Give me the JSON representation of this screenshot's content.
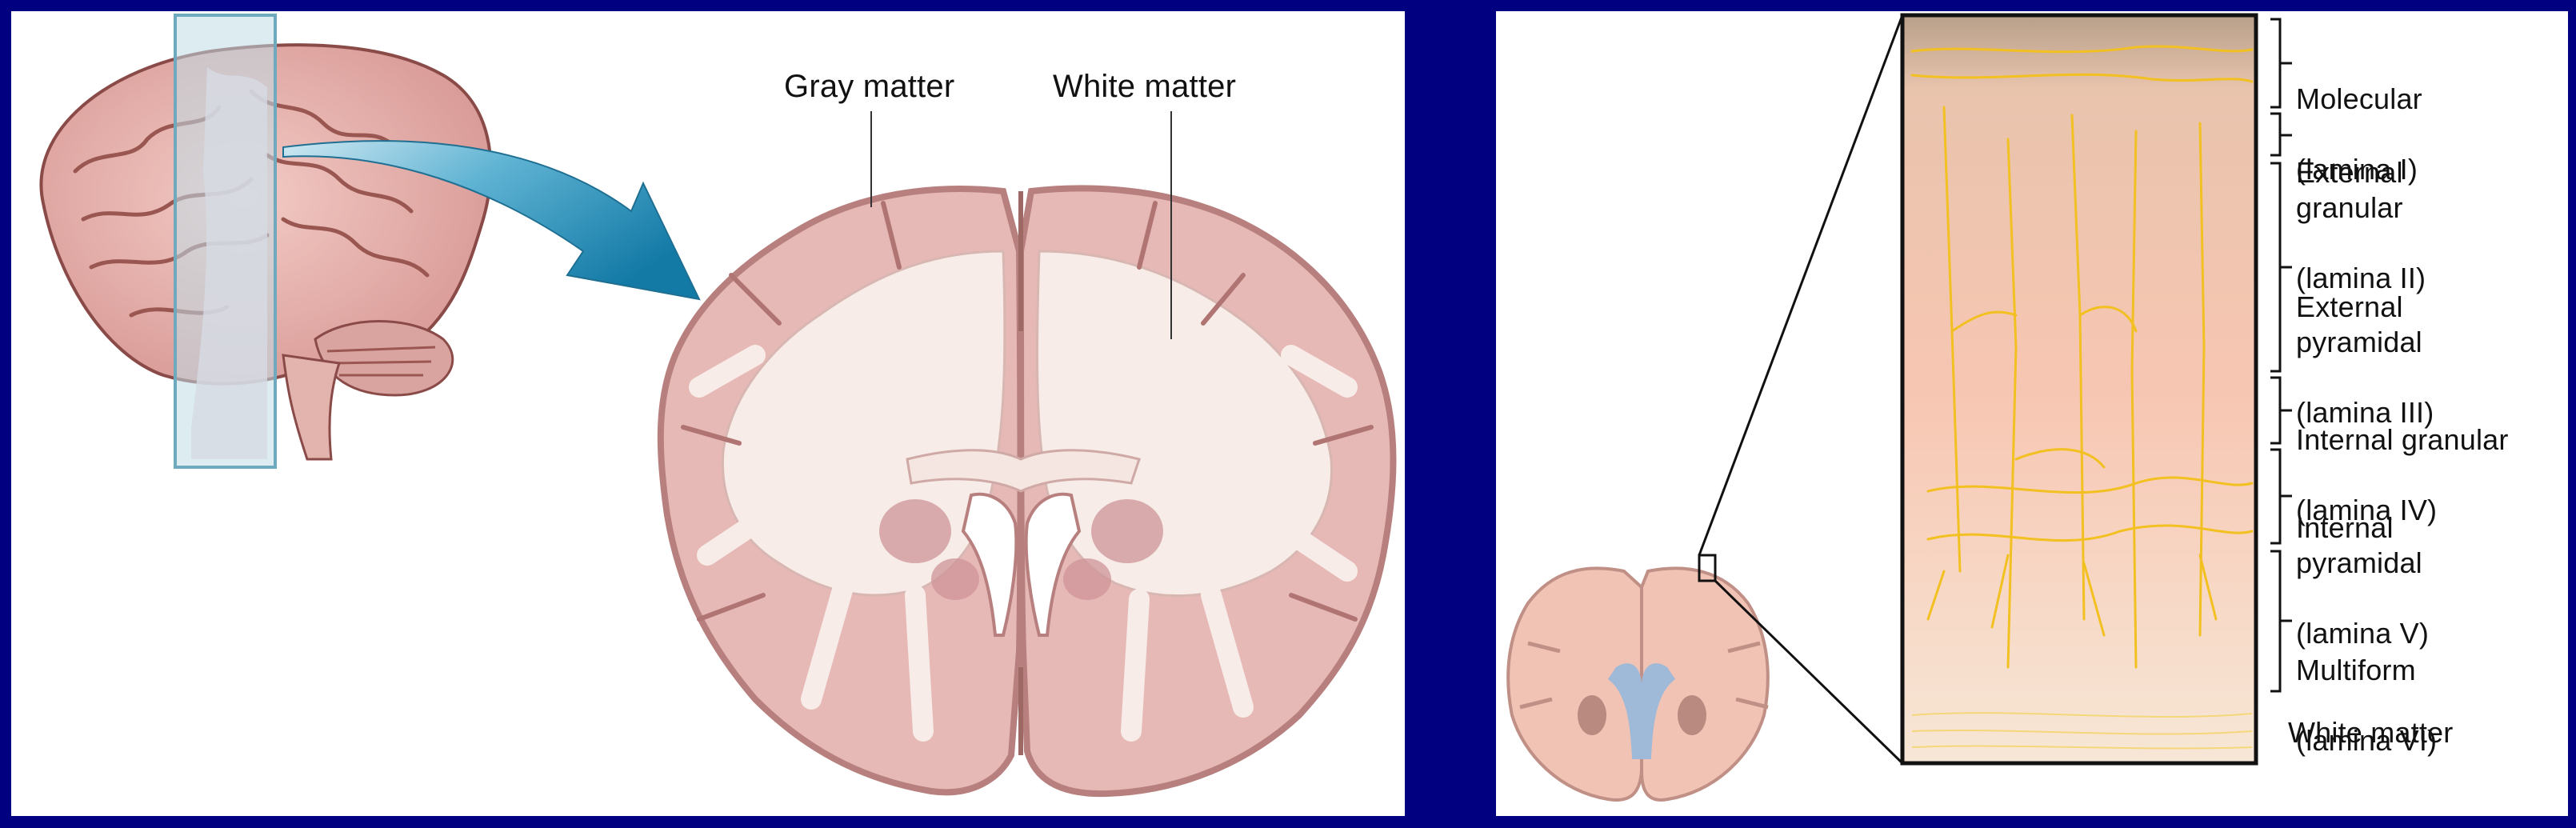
{
  "figure": {
    "left_panel": {
      "labels": {
        "gray_matter": "Gray matter",
        "white_matter": "White matter"
      },
      "icons": {
        "brain": "brain-lateral-view",
        "plane": "coronal-section-plane",
        "arrow": "curved-arrow",
        "section": "coronal-brain-section"
      }
    },
    "right_panel": {
      "layers": [
        {
          "name": "Molecular",
          "lamina": "(lamina I)"
        },
        {
          "name": "External\ngranular",
          "lamina": "(lamina II)"
        },
        {
          "name": "External\npyramidal",
          "lamina": "(lamina III)"
        },
        {
          "name": "Internal granular",
          "lamina": "(lamina IV)"
        },
        {
          "name": "Internal\npyramidal",
          "lamina": "(lamina V)"
        },
        {
          "name": "Multiform",
          "lamina": "(lamina VI)"
        }
      ],
      "white_matter": "White matter",
      "icons": {
        "small_section": "small-coronal-section",
        "cortex": "cortex-magnified-column"
      }
    },
    "colors": {
      "frame": "#000080",
      "tissue_pink": "#e6b9b7",
      "white_matter": "#f7ece7",
      "arrow_blue": "#1f86b0",
      "neuron_yellow": "#f2c020",
      "cortex_peach": "#f8c8b4",
      "ventricle_blue": "#9fb9d8"
    }
  }
}
